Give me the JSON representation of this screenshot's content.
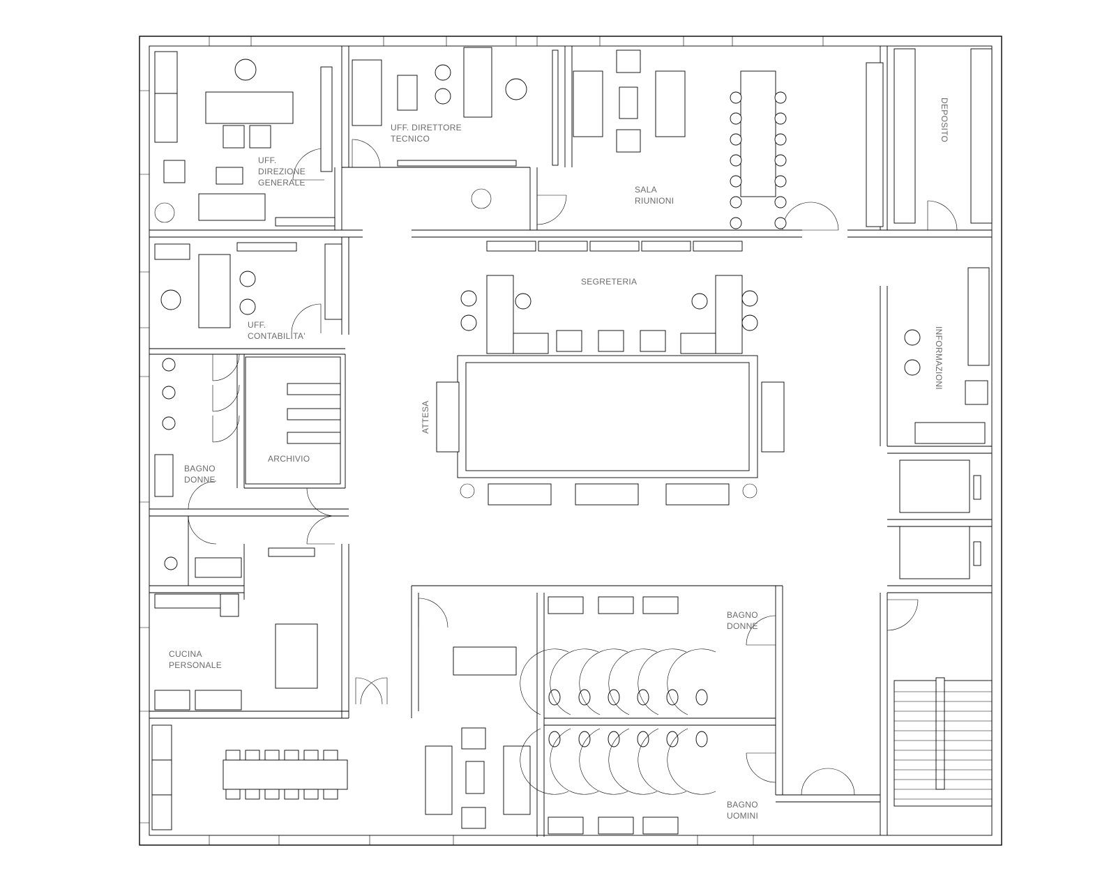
{
  "rooms": {
    "direzione": [
      "UFF.",
      "DIREZIONE",
      "GENERALE"
    ],
    "direttore": [
      "UFF. DIRETTORE",
      "TECNICO"
    ],
    "riunioni": [
      "SALA",
      "RIUNIONI"
    ],
    "deposito": "DEPOSITO",
    "contabilita": [
      "UFF.",
      "CONTABILITA'"
    ],
    "segreteria": "SEGRETERIA",
    "attesa": "ATTESA",
    "informazioni": "INFORMAZIONI",
    "bagno_donne_w": [
      "BAGNO",
      "DONNE"
    ],
    "archivio": "ARCHIVIO",
    "cucina": [
      "CUCINA",
      "PERSONALE"
    ],
    "bagno_donne_e": [
      "BAGNO",
      "DONNE"
    ],
    "bagno_uomini": [
      "BAGNO",
      "UOMINI"
    ]
  }
}
